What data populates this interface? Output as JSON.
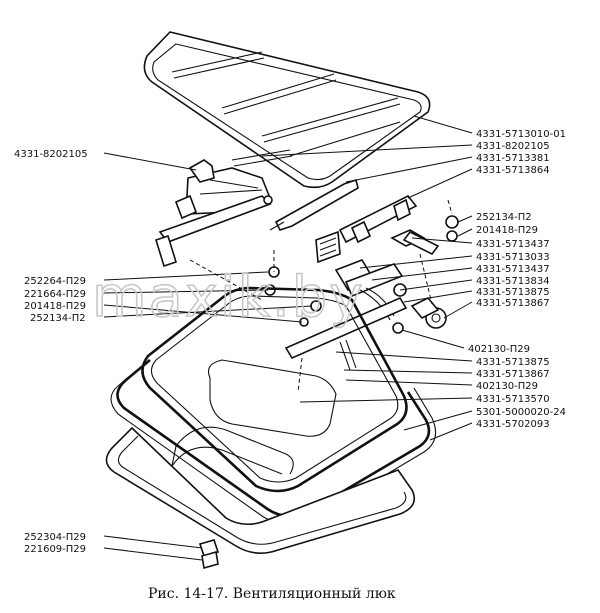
{
  "caption": "Рис. 14-17. Вентиляционный люк",
  "watermark": "maxik.by",
  "labels": {
    "l1": "4331-8202105",
    "r1": "4331-5713010-01",
    "r2": "4331-8202105",
    "r3": "4331-5713381",
    "r4": "4331-5713864",
    "r5": "252134-П2",
    "r6": "201418-П29",
    "r7": "4331-5713437",
    "r8": "4331-5713033",
    "r9": "4331-5713437",
    "r10": "4331-5713834",
    "r11": "4331-5713875",
    "r12": "4331-5713867",
    "r13": "402130-П29",
    "r14": "4331-5713875",
    "r15": "4331-5713867",
    "r16": "402130-П29",
    "r17": "4331-5713570",
    "r18": "5301-5000020-24",
    "r19": "4331-5702093",
    "l2": "252264-П29",
    "l3": "221664-П29",
    "l4": "201418-П29",
    "l5": "252134-П2",
    "l6": "252304-П29",
    "l7": "221609-П29"
  }
}
